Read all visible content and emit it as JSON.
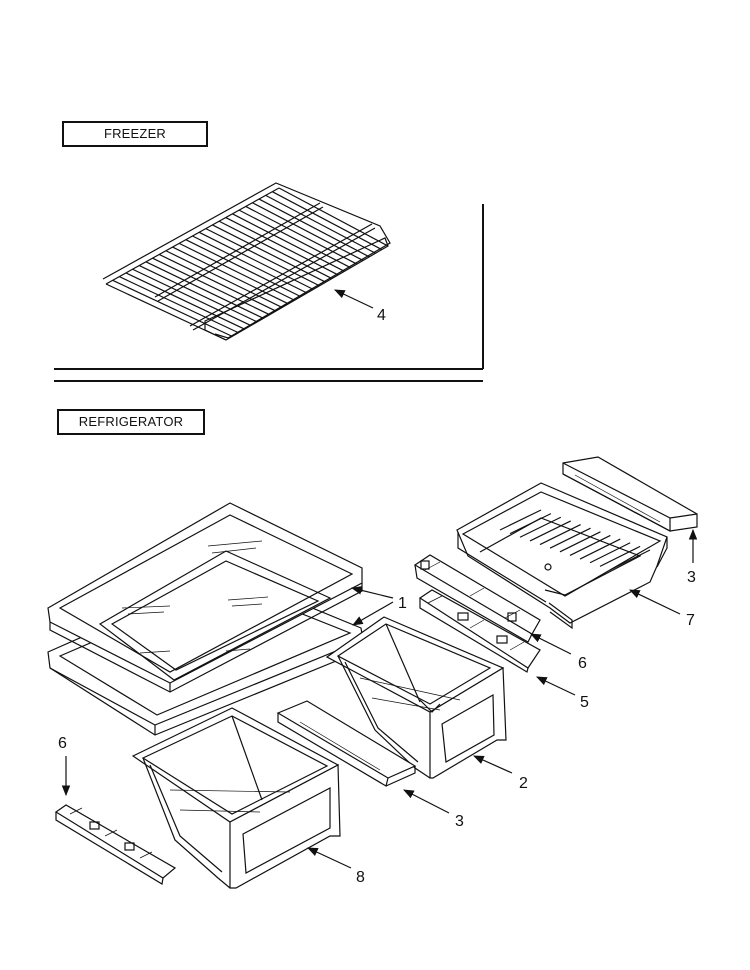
{
  "sections": {
    "freezer": "FREEZER",
    "refrigerator": "REFRIGERATOR"
  },
  "callouts": [
    {
      "id": "wire-shelf",
      "label": "4"
    },
    {
      "id": "glass-shelf",
      "label": "1"
    },
    {
      "id": "upper-end-cap",
      "label": "3"
    },
    {
      "id": "upper-pan",
      "label": "7"
    },
    {
      "id": "upper-slide",
      "label": "6"
    },
    {
      "id": "mid-slide",
      "label": "5"
    },
    {
      "id": "right-crisper",
      "label": "2"
    },
    {
      "id": "lower-end-cap",
      "label": "3"
    },
    {
      "id": "left-slide",
      "label": "6"
    },
    {
      "id": "left-crisper",
      "label": "8"
    }
  ]
}
